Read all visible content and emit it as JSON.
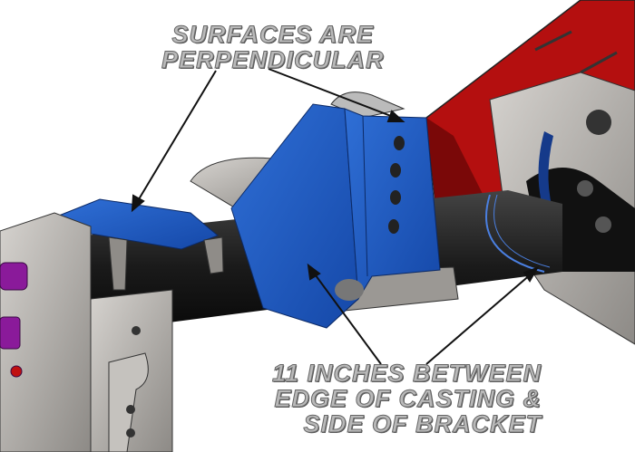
{
  "annotations": {
    "perpendicular": {
      "lines": [
        "SURFACES ARE",
        "PERPENDICULAR"
      ]
    },
    "distance": {
      "lines": [
        "11 INCHES BETWEEN",
        "EDGE OF CASTING &",
        "SIDE OF BRACKET"
      ]
    }
  },
  "colors": {
    "bracket": "#1f5fc4",
    "arm": "#b40f0f",
    "tube": "#1a1a1a",
    "casting": "#a9a6a2",
    "fastener": "#8a1a9a",
    "label_text": "#b9b9b9"
  }
}
